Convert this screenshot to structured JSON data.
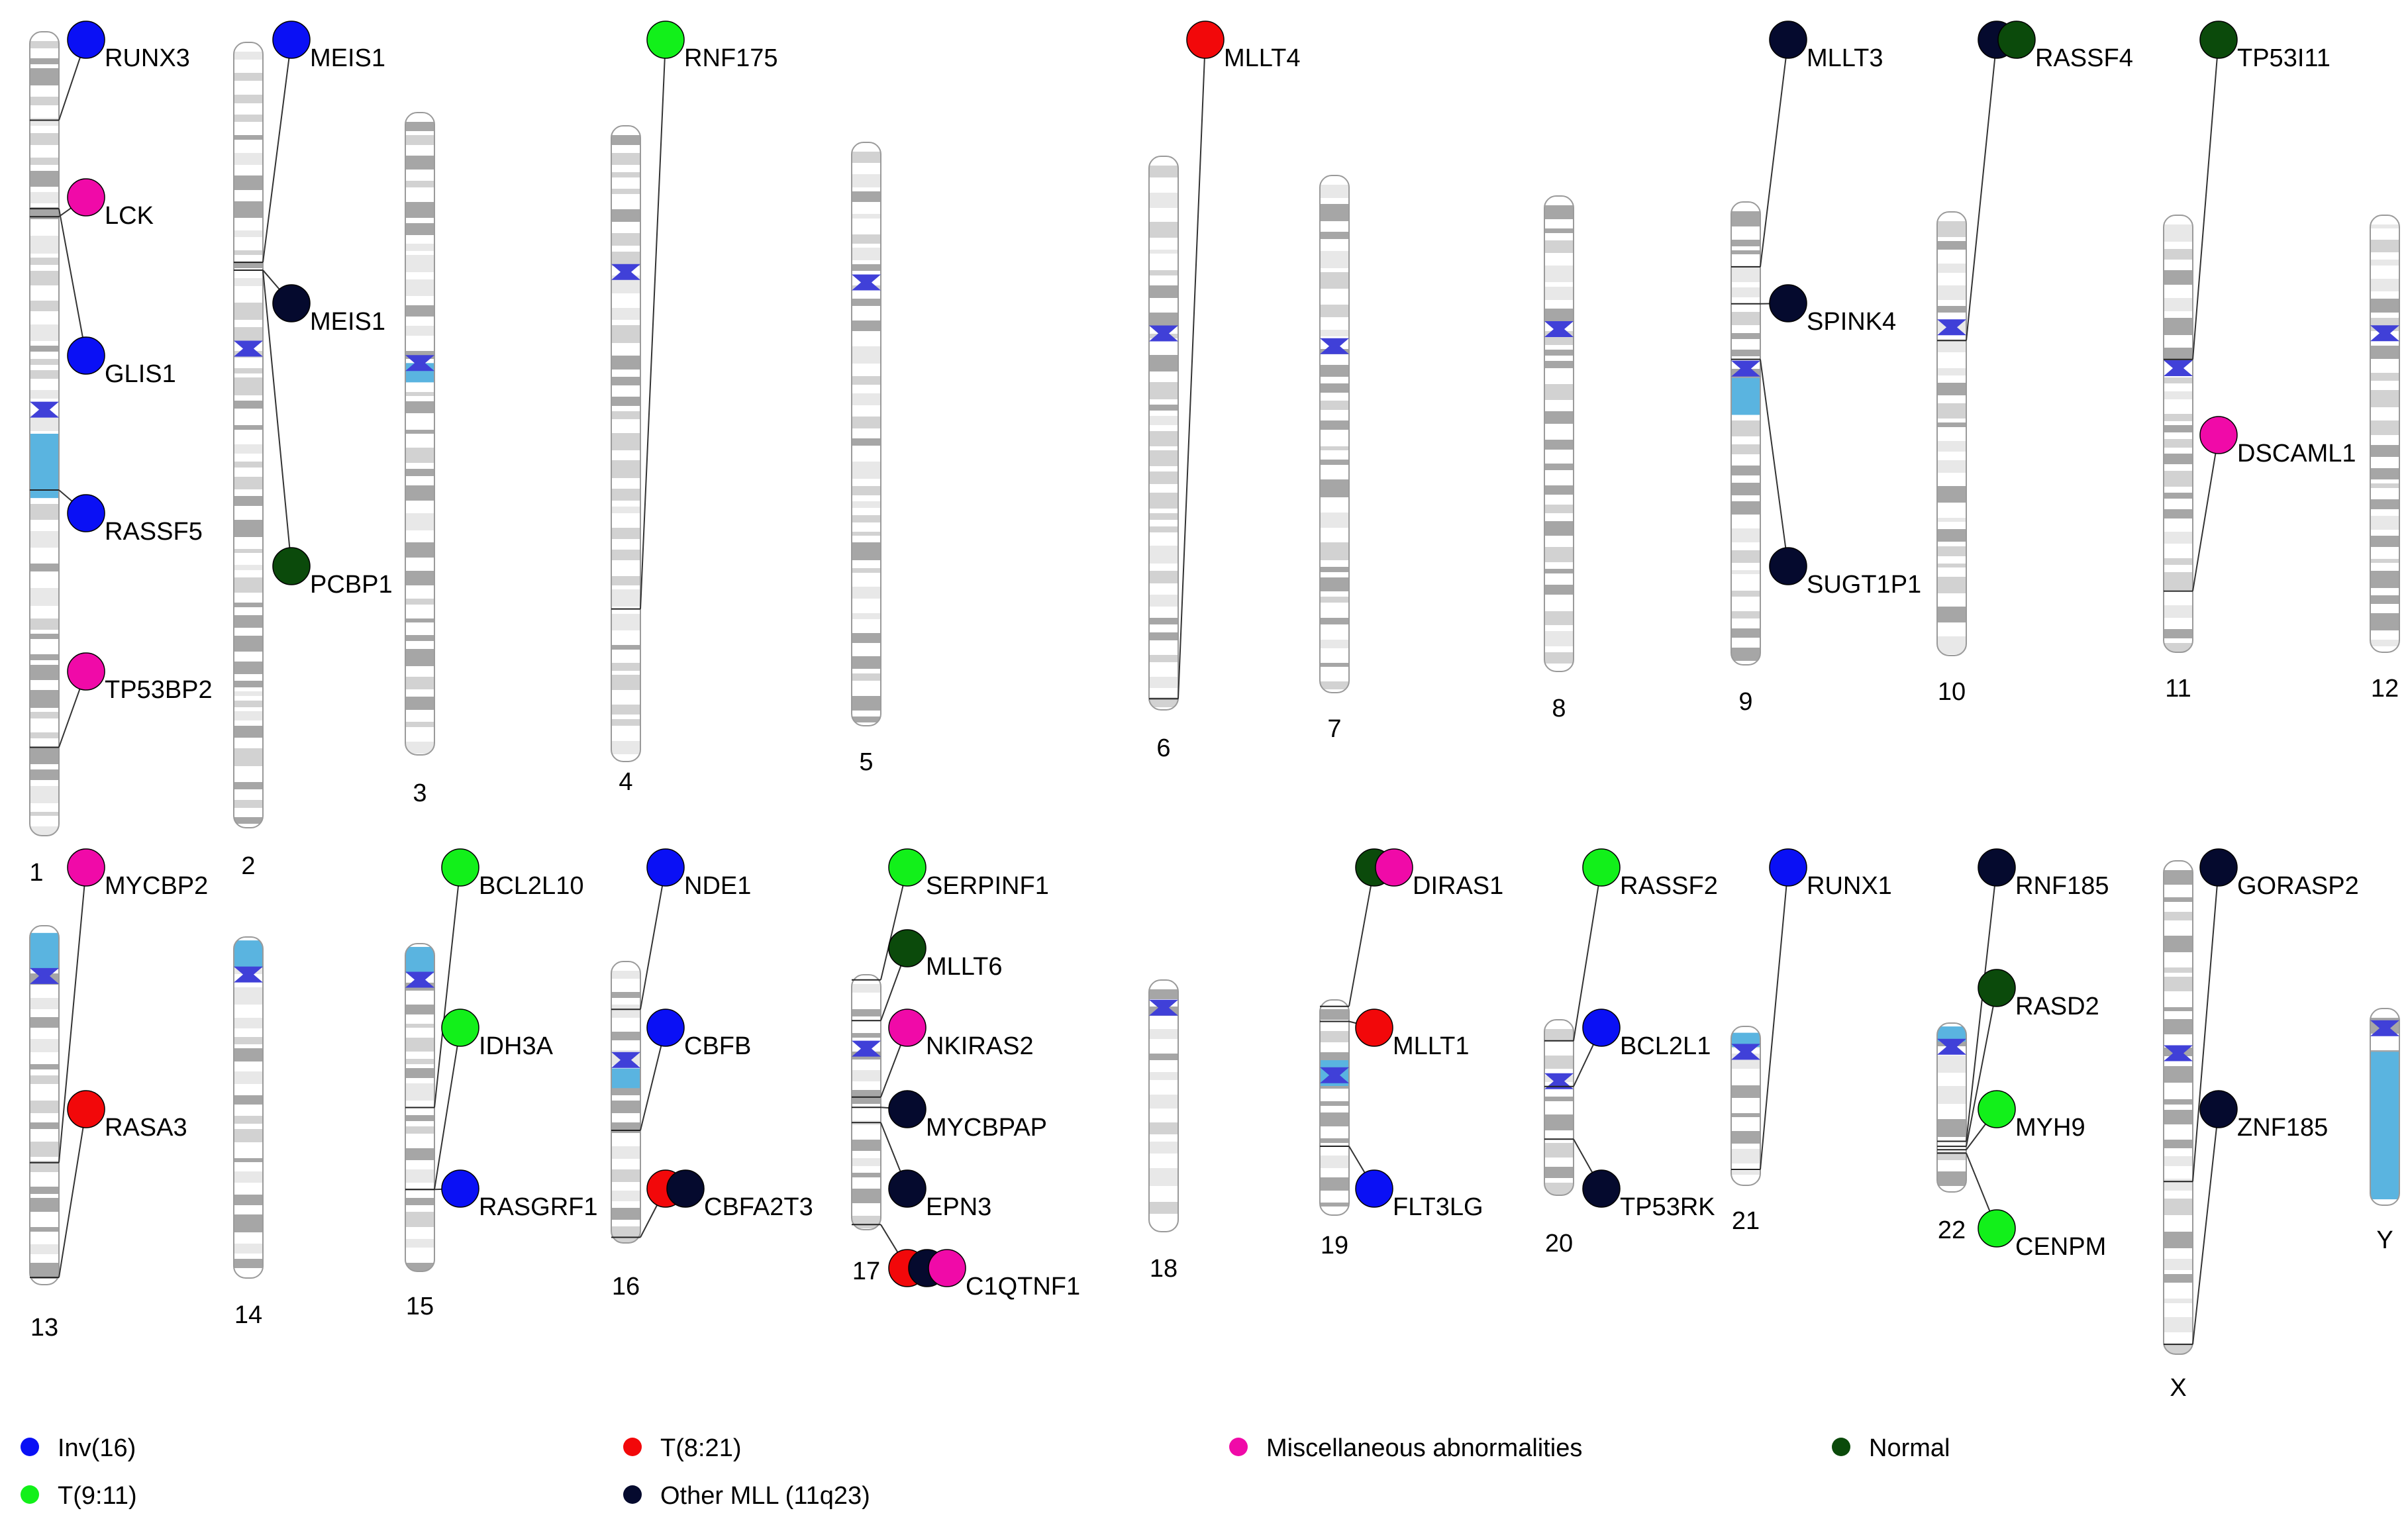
{
  "colors": {
    "inv16": "#0a10f5",
    "t9_11": "#12f01a",
    "t8_21": "#f2080a",
    "other_mll": "#050a2e",
    "misc": "#f00aa8",
    "normal": "#0b4a0b",
    "band_dark": "#a6a6a6",
    "band_mid": "#d2d2d2",
    "band_light": "#e8e8e8",
    "centromere": "#4040d8",
    "hetero": "#5ab4e0"
  },
  "legend": [
    {
      "key": "inv16",
      "label": "Inv(16)"
    },
    {
      "key": "t9_11",
      "label": "T(9:11)"
    },
    {
      "key": "t8_21",
      "label": "T(8:21)"
    },
    {
      "key": "other_mll",
      "label": "Other MLL (11q23)"
    },
    {
      "key": "misc",
      "label": "Miscellaneous abnormalities"
    },
    {
      "key": "normal",
      "label": "Normal"
    }
  ],
  "chromosomes": [
    {
      "id": "1",
      "label": "1",
      "genes": [
        {
          "name": "RUNX3",
          "cats": [
            "inv16"
          ],
          "pos": 0.11
        },
        {
          "name": "LCK",
          "cats": [
            "misc"
          ],
          "pos": 0.23
        },
        {
          "name": "GLIS1",
          "cats": [
            "inv16"
          ],
          "pos": 0.22
        },
        {
          "name": "RASSF5",
          "cats": [
            "inv16"
          ],
          "pos": 0.57
        },
        {
          "name": "TP53BP2",
          "cats": [
            "misc"
          ],
          "pos": 0.89
        }
      ]
    },
    {
      "id": "2",
      "label": "2",
      "genes": [
        {
          "name": "MEIS1",
          "cats": [
            "inv16"
          ],
          "pos": 0.28
        },
        {
          "name": "MEIS1",
          "cats": [
            "other_mll"
          ],
          "pos": 0.29
        },
        {
          "name": "PCBP1",
          "cats": [
            "normal"
          ],
          "pos": 0.29
        }
      ]
    },
    {
      "id": "3",
      "label": "3",
      "genes": []
    },
    {
      "id": "4",
      "label": "4",
      "genes": [
        {
          "name": "RNF175",
          "cats": [
            "t9_11"
          ],
          "pos": 0.76
        }
      ]
    },
    {
      "id": "5",
      "label": "5",
      "genes": []
    },
    {
      "id": "6",
      "label": "6",
      "genes": [
        {
          "name": "MLLT4",
          "cats": [
            "t8_21"
          ],
          "pos": 0.98
        }
      ]
    },
    {
      "id": "7",
      "label": "7",
      "genes": []
    },
    {
      "id": "8",
      "label": "8",
      "genes": []
    },
    {
      "id": "9",
      "label": "9",
      "genes": [
        {
          "name": "MLLT3",
          "cats": [
            "other_mll"
          ],
          "pos": 0.14
        },
        {
          "name": "SPINK4",
          "cats": [
            "other_mll"
          ],
          "pos": 0.22
        },
        {
          "name": "SUGT1P1",
          "cats": [
            "other_mll"
          ],
          "pos": 0.34
        }
      ]
    },
    {
      "id": "10",
      "label": "10",
      "genes": [
        {
          "name": "RASSF4",
          "cats": [
            "other_mll",
            "normal"
          ],
          "pos": 0.29
        }
      ]
    },
    {
      "id": "11",
      "label": "11",
      "genes": [
        {
          "name": "TP53I11",
          "cats": [
            "normal"
          ],
          "pos": 0.33
        },
        {
          "name": "DSCAML1",
          "cats": [
            "misc"
          ],
          "pos": 0.86
        }
      ]
    },
    {
      "id": "12",
      "label": "12",
      "genes": []
    },
    {
      "id": "13",
      "label": "13",
      "genes": [
        {
          "name": "MYCBP2",
          "cats": [
            "misc"
          ],
          "pos": 0.66
        },
        {
          "name": "RASA3",
          "cats": [
            "t8_21"
          ],
          "pos": 0.98
        }
      ]
    },
    {
      "id": "14",
      "label": "14",
      "genes": []
    },
    {
      "id": "15",
      "label": "15",
      "genes": [
        {
          "name": "BCL2L10",
          "cats": [
            "t9_11"
          ],
          "pos": 0.5
        },
        {
          "name": "IDH3A",
          "cats": [
            "t9_11"
          ],
          "pos": 0.75
        },
        {
          "name": "RASGRF1",
          "cats": [
            "inv16"
          ],
          "pos": 0.75
        }
      ]
    },
    {
      "id": "16",
      "label": "16",
      "genes": [
        {
          "name": "NDE1",
          "cats": [
            "inv16"
          ],
          "pos": 0.17
        },
        {
          "name": "CBFB",
          "cats": [
            "inv16"
          ],
          "pos": 0.6
        },
        {
          "name": "CBFA2T3",
          "cats": [
            "t8_21",
            "other_mll"
          ],
          "pos": 0.98
        }
      ]
    },
    {
      "id": "17",
      "label": "17",
      "genes": [
        {
          "name": "SERPINF1",
          "cats": [
            "t9_11"
          ],
          "pos": 0.02
        },
        {
          "name": "MLLT6",
          "cats": [
            "normal"
          ],
          "pos": 0.18
        },
        {
          "name": "NKIRAS2",
          "cats": [
            "misc"
          ],
          "pos": 0.48
        },
        {
          "name": "MYCBPAP",
          "cats": [
            "other_mll"
          ],
          "pos": 0.52
        },
        {
          "name": "EPN3",
          "cats": [
            "other_mll"
          ],
          "pos": 0.58
        },
        {
          "name": "C1QTNF1",
          "cats": [
            "t8_21",
            "other_mll",
            "misc"
          ],
          "pos": 0.98
        }
      ]
    },
    {
      "id": "18",
      "label": "18",
      "genes": []
    },
    {
      "id": "19",
      "label": "19",
      "genes": [
        {
          "name": "DIRAS1",
          "cats": [
            "normal",
            "misc"
          ],
          "pos": 0.03
        },
        {
          "name": "MLLT1",
          "cats": [
            "t8_21"
          ],
          "pos": 0.1
        },
        {
          "name": "FLT3LG",
          "cats": [
            "inv16"
          ],
          "pos": 0.68
        }
      ]
    },
    {
      "id": "20",
      "label": "20",
      "genes": [
        {
          "name": "RASSF2",
          "cats": [
            "t9_11"
          ],
          "pos": 0.12
        },
        {
          "name": "BCL2L1",
          "cats": [
            "inv16"
          ],
          "pos": 0.38
        },
        {
          "name": "TP53RK",
          "cats": [
            "other_mll"
          ],
          "pos": 0.68
        }
      ]
    },
    {
      "id": "21",
      "label": "21",
      "genes": [
        {
          "name": "RUNX1",
          "cats": [
            "inv16"
          ],
          "pos": 0.9
        }
      ]
    },
    {
      "id": "22",
      "label": "22",
      "genes": [
        {
          "name": "RNF185",
          "cats": [
            "other_mll"
          ],
          "pos": 0.7
        },
        {
          "name": "RASD2",
          "cats": [
            "normal"
          ],
          "pos": 0.73
        },
        {
          "name": "MYH9",
          "cats": [
            "t9_11"
          ],
          "pos": 0.75
        },
        {
          "name": "CENPM",
          "cats": [
            "t9_11"
          ],
          "pos": 0.77
        }
      ]
    },
    {
      "id": "X",
      "label": "X",
      "genes": [
        {
          "name": "GORASP2",
          "cats": [
            "other_mll"
          ],
          "pos": 0.65
        },
        {
          "name": "ZNF185",
          "cats": [
            "other_mll"
          ],
          "pos": 0.98
        }
      ]
    },
    {
      "id": "Y",
      "label": "Y",
      "genes": []
    }
  ]
}
